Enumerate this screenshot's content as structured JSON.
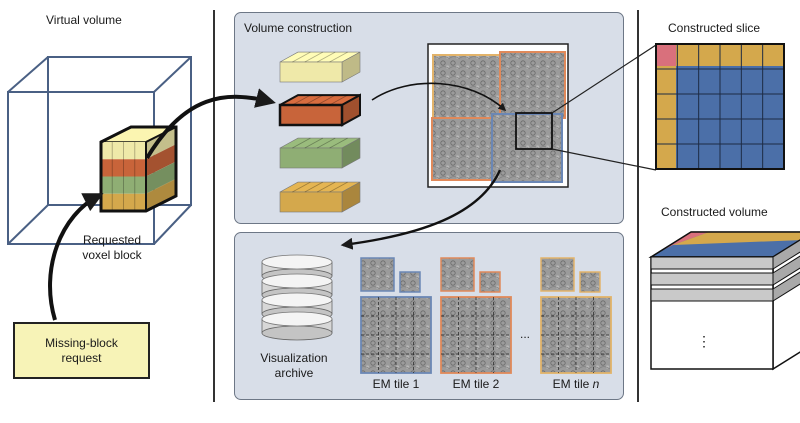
{
  "labels": {
    "virtual_volume": "Virtual volume",
    "requested_line1": "Requested",
    "requested_line2": "voxel block",
    "missing_line1": "Missing-block",
    "missing_line2": "request",
    "volume_construction": "Volume construction",
    "vis_line1": "Visualization",
    "vis_line2": "archive",
    "tile1": "EM tile 1",
    "tile2": "EM tile 2",
    "tile_n_prefix": "EM tile ",
    "tile_n_suffix": "n",
    "ellipsis": "...",
    "constructed_slice": "Constructed slice",
    "constructed_volume": "Constructed volume",
    "vdots": "⋮"
  },
  "colors": {
    "cream": "#efe9a9",
    "orange": "#c8643a",
    "green": "#8fae74",
    "gold": "#d4a84c",
    "blue": "#4b6fa8",
    "red": "#d9707c",
    "em_gray": "#9a9a9a",
    "panel": "#d8dee8",
    "tile_border_blue": "#6b87b5",
    "tile_border_orange": "#e0895a",
    "tile_border_gold": "#e2b36a"
  }
}
